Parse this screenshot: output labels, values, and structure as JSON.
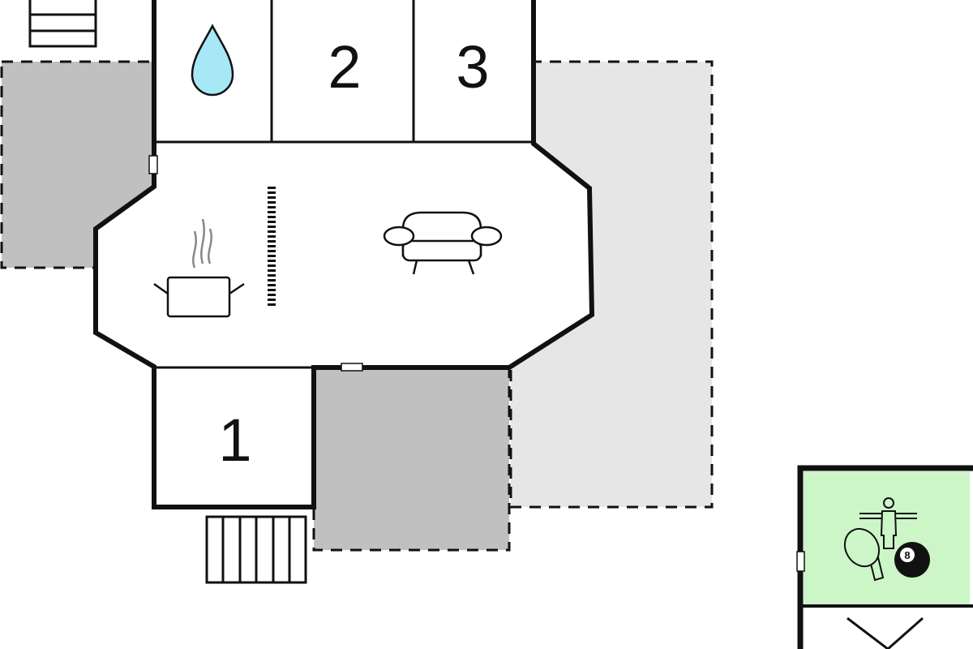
{
  "rooms": {
    "bedroom_1": {
      "label": "1"
    },
    "bedroom_2": {
      "label": "2"
    },
    "bedroom_3": {
      "label": "3"
    },
    "game_room": {
      "ball_number": "8"
    }
  },
  "icons": [
    "water-drop-icon",
    "cooking-pot-icon",
    "sofa-icon",
    "radiator-icon",
    "foosball-icon",
    "ping-pong-icon",
    "eight-ball-icon",
    "stairs-icon"
  ],
  "colors": {
    "covered_terrace": "#c0c0c0",
    "open_terrace": "#e6e6e6",
    "game_room": "#ccf5c8",
    "water": "#a6e8f5",
    "wall": "#111111"
  }
}
